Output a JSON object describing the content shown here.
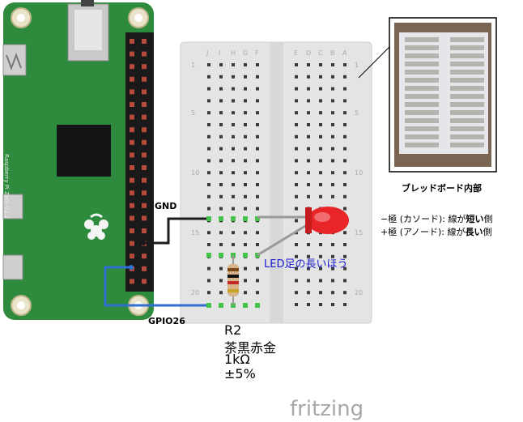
{
  "wire_labels": {
    "gnd": "GND",
    "gpio": "GPIO26"
  },
  "pi": {
    "label": "Raspberry Pi Zero V1.2",
    "color": "#2e8b3d"
  },
  "breadboard": {
    "column_letters_left": [
      "J",
      "I",
      "H",
      "G",
      "F"
    ],
    "column_letters_right": [
      "E",
      "D",
      "C",
      "B",
      "A"
    ],
    "row_numbers": [
      "1",
      "5",
      "10",
      "15",
      "20"
    ]
  },
  "inset": {
    "caption": "ブレッドボード内部"
  },
  "led": {
    "label": "LED足の長いほう",
    "label_color": "#1a1ad6",
    "body_color": "#e8262a"
  },
  "notes": [
    {
      "sign": "−",
      "prefix": "極 (カソード): 線が",
      "bold": "短い",
      "suffix": "側"
    },
    {
      "sign": "+",
      "prefix": "極 (アノード): 線が",
      "bold": "長い",
      "suffix": "側"
    }
  ],
  "resistor": {
    "name": "R2",
    "colors_text": "茶黒赤金",
    "value": "1kΩ",
    "tolerance": "±5%"
  },
  "wires": {
    "gnd_color": "#1c1c1c",
    "gpio_color": "#2f6fd1"
  },
  "brand": "fritzing"
}
